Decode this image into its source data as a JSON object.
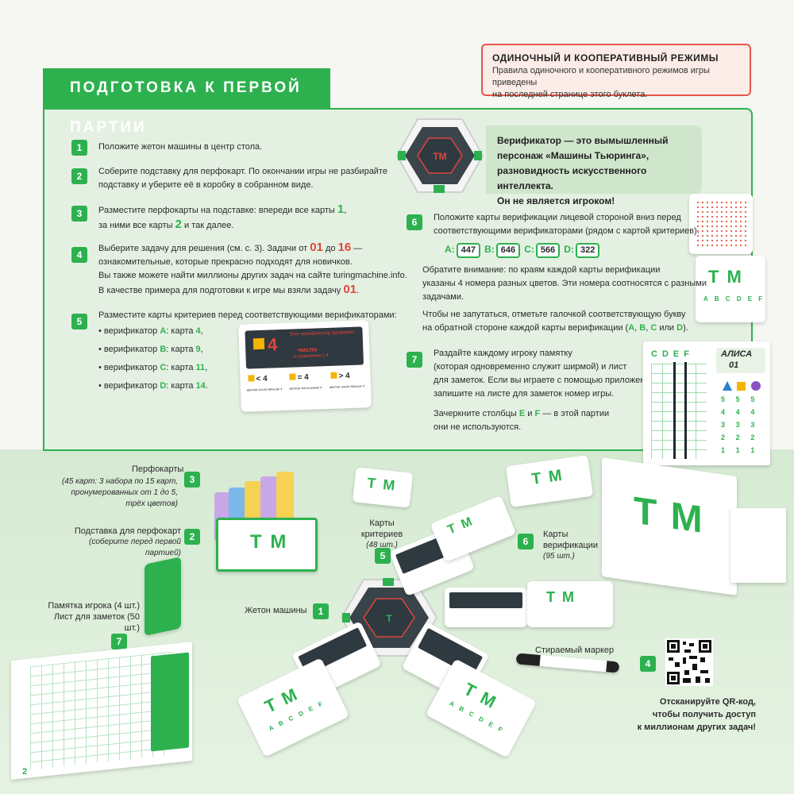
{
  "title": "ПОДГОТОВКА К ПЕРВОЙ ПАРТИИ",
  "notice": {
    "heading": "ОДИНОЧНЫЙ И КООПЕРАТИВНЫЙ РЕЖИМЫ",
    "body_line1": "Правила одиночного и кооперативного режимов игры приведены",
    "body_line2": "на последней странице этого буклета."
  },
  "steps": {
    "s1": {
      "num": "1",
      "line1": "Положите жетон машины в центр стола."
    },
    "s2": {
      "num": "2",
      "line1": "Соберите подставку для перфокарт. По окончании игры не разбирайте",
      "line2": "подставку и уберите её в коробку в собранном виде."
    },
    "s3": {
      "num": "3",
      "line1_a": "Разместите перфокарты на подставке: впереди все карты ",
      "line1_n": "1",
      "line1_b": ",",
      "line2_a": "за ними все карты ",
      "line2_n": "2",
      "line2_b": " и так далее."
    },
    "s4": {
      "num": "4",
      "line1_a": "Выберите задачу для решения (см. с. 3). Задачи от ",
      "n01": "01",
      "line1_mid": " до ",
      "n16": "16",
      "line1_b": " —",
      "line2": "ознакомительные, которые прекрасно подходят для новичков.",
      "line3": "Вы также можете найти миллионы других задач на сайте turingmachine.info.",
      "line4_a": "В качестве примера для подготовки к игре мы взяли задачу ",
      "line4_n": "01",
      "line4_b": "."
    },
    "s5": {
      "num": "5",
      "line1": "Разместите карты критериев перед соответствующими верификаторами:",
      "items": [
        {
          "pre": "• верификатор ",
          "letter": "A",
          "mid": ": карта ",
          "card": "4",
          "post": ","
        },
        {
          "pre": "• верификатор ",
          "letter": "B",
          "mid": ": карта ",
          "card": "9",
          "post": ","
        },
        {
          "pre": "• верификатор ",
          "letter": "C",
          "mid": ": карта ",
          "card": "11",
          "post": ","
        },
        {
          "pre": "• верификатор ",
          "letter": "D",
          "mid": ": карта ",
          "card": "14",
          "post": "."
        }
      ]
    },
    "s6": {
      "num": "6",
      "line1": "Положите карты верификации лицевой стороной вниз перед",
      "line2": "соответствующими верификаторами (рядом с картой критериев).",
      "codes": [
        {
          "letter": "A:",
          "code": "447"
        },
        {
          "letter": "B:",
          "code": "646"
        },
        {
          "letter": "C:",
          "code": "566"
        },
        {
          "letter": "D:",
          "code": "322"
        }
      ],
      "p2_line1": "Обратите внимание: по краям каждой карты верификации",
      "p2_line2": "указаны 4 номера разных цветов. Эти номера соотносятся с разными",
      "p2_line3": "задачами.",
      "p3_line1": "Чтобы не запутаться, отметьте галочкой соответствующую букву",
      "p3_line2_a": "на обратной стороне каждой карты верификации (",
      "p3_A": "A",
      "p3_sep1": ", ",
      "p3_B": "B",
      "p3_sep2": ", ",
      "p3_C": "C",
      "p3_or": " или ",
      "p3_D": "D",
      "p3_end": ")."
    },
    "s7": {
      "num": "7",
      "line1": "Раздайте каждому игроку памятку",
      "line2": "(которая одновременно служит ширмой) и лист",
      "line3": "для заметок. Если вы играете с помощью приложения,",
      "line4": "запишите на листе для заметок номер игры.",
      "p2_line1_a": "Зачеркните столбцы ",
      "p2_E": "E",
      "p2_and": " и ",
      "p2_F": "F",
      "p2_line1_b": " — в этой партии",
      "p2_line2": "они не используются."
    }
  },
  "verificator": {
    "bold": "Верификатор",
    "line1": " — это вымышленный",
    "line2": "персонаж «Машины Тьюринга»,",
    "line3": "разновидность искусственного интеллекта.",
    "line4": "Он не является игроком!"
  },
  "criteria_card": {
    "top_text": "Этот верификатор проверяет...",
    "mid_text1": "число",
    "mid_text2": "в сравнении с 4",
    "digit": "4",
    "c1": "< 4",
    "c2": "= 4",
    "c3": "> 4",
    "s1": "жёлтое число меньше 4",
    "s2": "жёлтое число равно 4",
    "s3": "жёлтое число больше 4"
  },
  "note_sheet": {
    "name": "АЛИСА",
    "game_no": "01",
    "cols": [
      "C",
      "D",
      "E",
      "F"
    ],
    "nums": [
      "5",
      "5",
      "4",
      "4",
      "3",
      "3",
      "2",
      "2",
      "1",
      "1"
    ]
  },
  "components": {
    "punchcards": {
      "num": "3",
      "title": "Перфокарты",
      "desc1": "(45 карт: 3 набора по 15 карт,",
      "desc2": "пронумерованных от 1 до 5,",
      "desc3": "трёх цветов)"
    },
    "stand": {
      "num": "2",
      "title": "Подставка для перфокарт",
      "desc": "(соберите перед первой партией)"
    },
    "criteria": {
      "num": "5",
      "title": "Карты критериев",
      "desc": "(48 шт.)"
    },
    "verification": {
      "num": "6",
      "title1": "Карты",
      "title2": "верификации",
      "desc": "(95 шт.)"
    },
    "token": {
      "num": "1",
      "title": "Жетон машины"
    },
    "screen": {
      "num": "7",
      "title1": "Памятка игрока (4 шт.)",
      "title2": "Лист для заметок (50 шт.)"
    },
    "marker": {
      "title": "Стираемый маркер"
    },
    "qr": {
      "num": "4",
      "line1": "Отсканируйте QR-код,",
      "line2": "чтобы получить доступ",
      "line3": "к миллионам других задач!"
    }
  },
  "card_logo": "T M",
  "card_letters": "A B C D E F",
  "page_number": "2",
  "colors": {
    "green": "#2db14f",
    "red": "#e0463c",
    "dark": "#2f3940",
    "panel": "#e4f1e2"
  }
}
